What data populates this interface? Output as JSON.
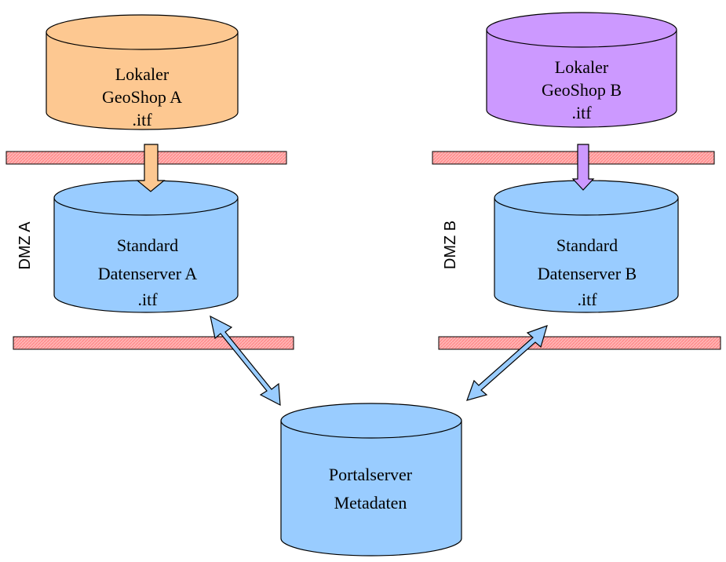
{
  "colors": {
    "shop_a": "#FDC891",
    "shop_b": "#CC99FF",
    "server": "#99CCFF",
    "firewall": "#FFB3B3",
    "firewall_hatch": "#FF8080",
    "stroke": "#000000"
  },
  "nodes": {
    "shop_a": {
      "lines": [
        "Lokaler",
        "GeoShop A",
        ".itf"
      ]
    },
    "shop_b": {
      "lines": [
        "Lokaler",
        "GeoShop B",
        ".itf"
      ]
    },
    "server_a": {
      "lines": [
        "Standard",
        "Datenserver A",
        ".itf"
      ]
    },
    "server_b": {
      "lines": [
        "Standard",
        "Datenserver B",
        ".itf"
      ]
    },
    "portal": {
      "lines": [
        "Portalserver",
        "Metadaten"
      ]
    }
  },
  "zones": {
    "dmz_a": "DMZ A",
    "dmz_b": "DMZ B"
  }
}
